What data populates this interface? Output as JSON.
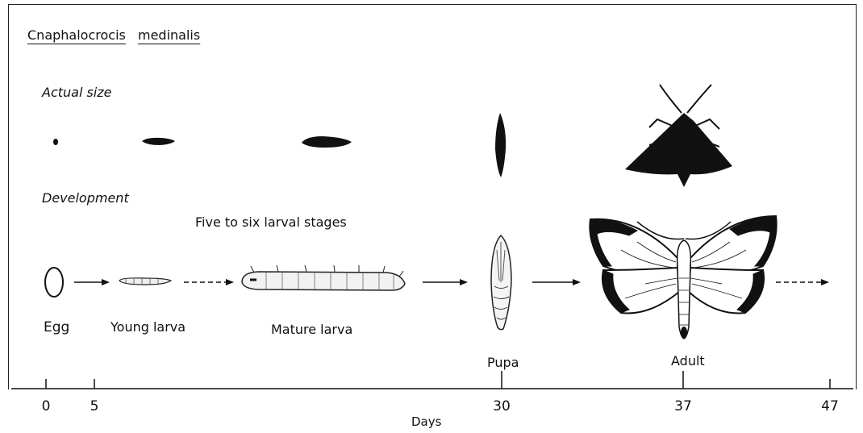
{
  "title": {
    "genus": "Cnaphalocrocis",
    "species": "medinalis"
  },
  "sections": {
    "actual_size": "Actual size",
    "development": "Development"
  },
  "note": "Five to six larval stages",
  "stages": {
    "egg": "Egg",
    "young_larva": "Young larva",
    "mature_larva": "Mature larva",
    "pupa": "Pupa",
    "adult": "Adult"
  },
  "axis": {
    "label": "Days",
    "ticks": [
      "0",
      "5",
      "30",
      "37",
      "47"
    ]
  }
}
